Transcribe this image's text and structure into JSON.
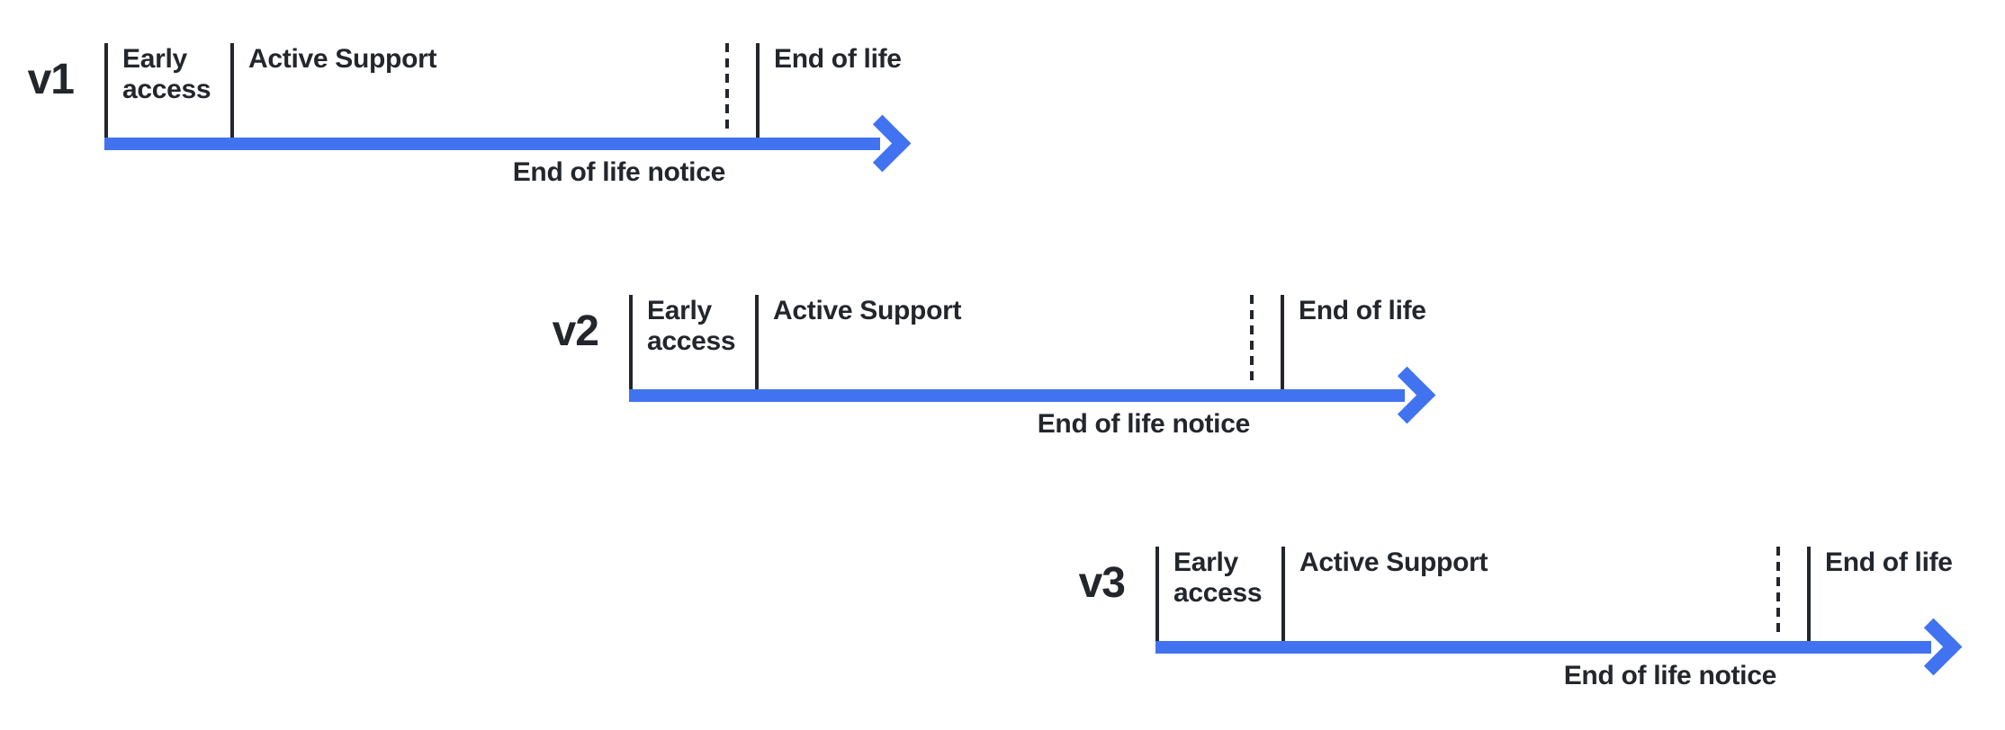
{
  "colors": {
    "arrow": "#4173F0",
    "ink": "#23262B",
    "background": "#FFFFFF"
  },
  "diagram": {
    "type": "version-lifecycle-timelines",
    "timelines": [
      {
        "version": "v1",
        "phases": {
          "early_access": "Early access",
          "active_support": "Active Support",
          "end_of_life": "End of life"
        },
        "notice": "End of life notice"
      },
      {
        "version": "v2",
        "phases": {
          "early_access": "Early access",
          "active_support": "Active Support",
          "end_of_life": "End of life"
        },
        "notice": "End of life notice"
      },
      {
        "version": "v3",
        "phases": {
          "early_access": "Early access",
          "active_support": "Active Support",
          "end_of_life": "End of life"
        },
        "notice": "End of life notice"
      }
    ]
  }
}
